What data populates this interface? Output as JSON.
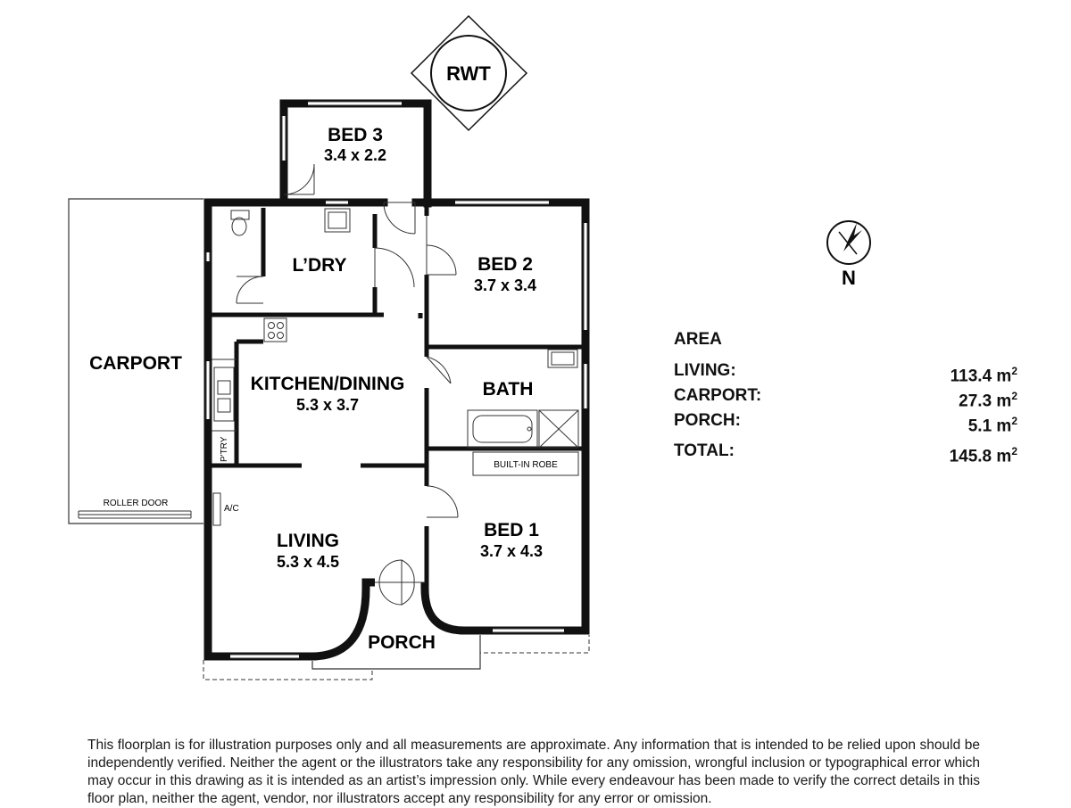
{
  "logo": {
    "text": "RWT"
  },
  "compass": {
    "north_label": "N"
  },
  "rooms": {
    "bed3": {
      "name": "BED 3",
      "dims": "3.4 x 2.2"
    },
    "laundry": {
      "name": "L’DRY"
    },
    "bed2": {
      "name": "BED 2",
      "dims": "3.7 x 3.4"
    },
    "carport": {
      "name": "CARPORT"
    },
    "kitchen": {
      "name": "KITCHEN/DINING",
      "dims": "5.3 x 3.7"
    },
    "bath": {
      "name": "BATH"
    },
    "robe": {
      "name": "BUILT-IN ROBE"
    },
    "pantry": {
      "name": "P'TRY"
    },
    "roller_door": {
      "name": "ROLLER DOOR"
    },
    "ac": {
      "name": "A/C"
    },
    "living": {
      "name": "LIVING",
      "dims": "5.3 x 4.5"
    },
    "bed1": {
      "name": "BED 1",
      "dims": "3.7 x 4.3"
    },
    "porch": {
      "name": "PORCH"
    }
  },
  "area": {
    "heading": "AREA",
    "rows": [
      {
        "label": "LIVING:",
        "value": "113.4 m",
        "unit_sup": "2"
      },
      {
        "label": "CARPORT:",
        "value": "27.3 m",
        "unit_sup": "2"
      },
      {
        "label": "PORCH:",
        "value": "5.1 m",
        "unit_sup": "2"
      }
    ],
    "total": {
      "label": "TOTAL:",
      "value": "145.8 m",
      "unit_sup": "2"
    }
  },
  "disclaimer": "This floorplan is for illustration purposes only and all measurements are approximate. Any information that is intended to be relied upon should be independently verified. Neither the agent or the illustrators take any responsibility for any omission, wrongful inclusion or typographical error which may occur in this drawing as it is intended as an artist’s impression only. While every endeavour has been made to verify the correct details in this floor plan, neither the agent, vendor, nor illustrators accept any responsibility for any error or omission."
}
